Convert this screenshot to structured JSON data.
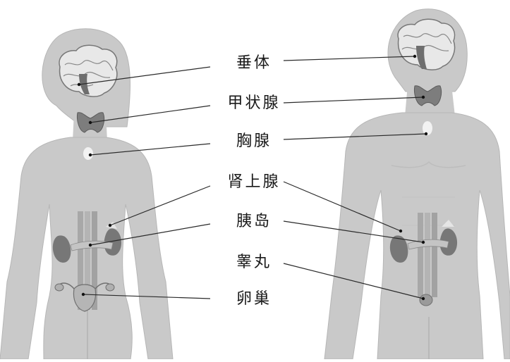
{
  "labels": {
    "pituitary": "垂体",
    "thyroid": "甲状腺",
    "thymus": "胸腺",
    "adrenal": "肾上腺",
    "pancreatic_islets": "胰岛",
    "testis": "睾丸",
    "ovary": "卵巢"
  },
  "colors": {
    "body": "#c9c9c9",
    "body_outline": "#b6b6b6",
    "organ": "#8a8a8a",
    "organ_dark": "#555555",
    "leader_line": "#2a2a2a"
  }
}
